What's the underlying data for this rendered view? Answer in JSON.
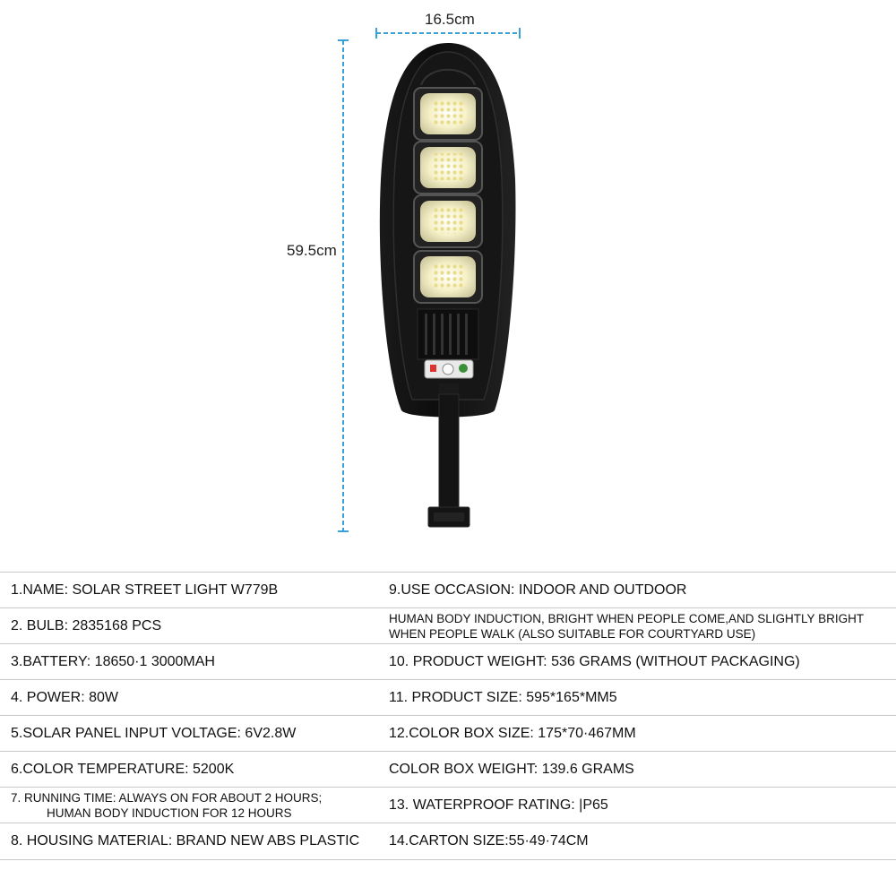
{
  "dimensions": {
    "width": "16.5cm",
    "height": "59.5cm"
  },
  "specs": [
    {
      "left": "1.NAME: SOLAR STREET LIGHT W779B",
      "right": "9.USE OCCASION: INDOOR AND OUTDOOR"
    },
    {
      "left": "2. BULB: 2835168 PCS",
      "right_lines": [
        "HUMAN BODY INDUCTION, BRIGHT WHEN PEOPLE COME,AND SLIGHTLY BRIGHT",
        "WHEN PEOPLE WALK (ALSO SUITABLE FOR COURTYARD USE)"
      ]
    },
    {
      "left": "3.BATTERY: 18650·1 3000MAH",
      "right": "10. PRODUCT WEIGHT: 536 GRAMS (WITHOUT PACKAGING)"
    },
    {
      "left": "4. POWER: 80W",
      "right": "11. PRODUCT SIZE: 595*165*MM5"
    },
    {
      "left": "5.SOLAR PANEL INPUT VOLTAGE: 6V2.8W",
      "right": "12.COLOR BOX SIZE: 175*70·467MM"
    },
    {
      "left": "6.COLOR TEMPERATURE: 5200K",
      "right": "COLOR BOX WEIGHT: 139.6 GRAMS"
    },
    {
      "left_lines": [
        "7. RUNNING TIME: ALWAYS ON FOR ABOUT 2 HOURS;",
        "HUMAN BODY INDUCTION FOR 12 HOURS"
      ],
      "right": "13. WATERPROOF RATING: |P65"
    },
    {
      "left": "8. HOUSING MATERIAL: BRAND NEW ABS PLASTIC",
      "right": "14.CARTON SIZE:55·49·74CM"
    }
  ],
  "colors": {
    "dimension_line": "#3aa0d8",
    "housing": "#111111",
    "led_glow": "#f4f0d2",
    "table_border": "#c8c8c8"
  }
}
